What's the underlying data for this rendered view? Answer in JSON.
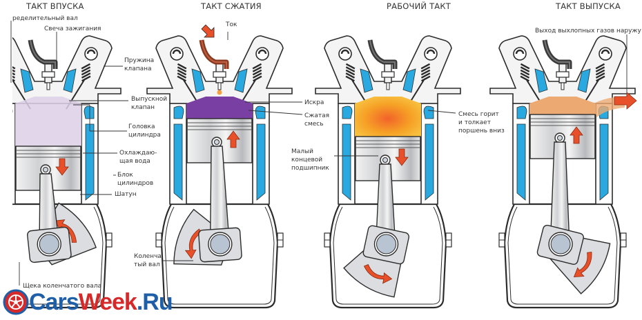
{
  "diagram": {
    "strokes": [
      {
        "id": "intake",
        "title": "ТАКТ ВПУСКА",
        "charge_color": "#ddd0e6",
        "piston_direction": "down",
        "crank_rotation": "counterclockwise"
      },
      {
        "id": "compression",
        "title": "ТАКТ СЖАТИЯ",
        "charge_color": "#7a3fa3",
        "piston_direction": "up",
        "crank_rotation": "counterclockwise"
      },
      {
        "id": "power",
        "title": "РАБОЧИЙ ТАКТ",
        "charge_color": "#f7a020",
        "piston_direction": "down",
        "crank_rotation": "counterclockwise"
      },
      {
        "id": "exhaust",
        "title": "ТАКТ ВЫПУСКА",
        "charge_color": "#ecaa72",
        "piston_direction": "up",
        "crank_rotation": "clockwise"
      }
    ],
    "labels": {
      "camshaft": "ределительный вал",
      "spark_plug": "Свеча зажигания",
      "valve_spring": "Пружина\nклапана",
      "exhaust_valve": "Выпускной\nклапан",
      "cylinder_head": "Головка\nцилиндра",
      "coolant": "Охлаждаю-\nщая вода",
      "cylinder_block": "Блок\nцилиндров",
      "connecting_rod": "Шатун",
      "crank_web": "Щека коленчатого вала",
      "current": "Ток",
      "crankshaft": "Коленча\nтый вал",
      "spark": "Искра",
      "compressed_mixture": "Сжатая\nсмесь",
      "small_end_bearing": "Малый\nконцевой\nподшипник",
      "mixture_burns": "Смесь горит\nи толкает\nпоршень вниз",
      "exhaust_out": "Выход выхлопных газов наружу"
    },
    "colors": {
      "coolant": "#2aa9e0",
      "arrow": "#e8502a",
      "metal": "#d9dadd",
      "outline": "#2b2b2b"
    }
  },
  "watermark": {
    "part1": "Cars",
    "part2": "Week",
    "part3": ".Ru"
  }
}
